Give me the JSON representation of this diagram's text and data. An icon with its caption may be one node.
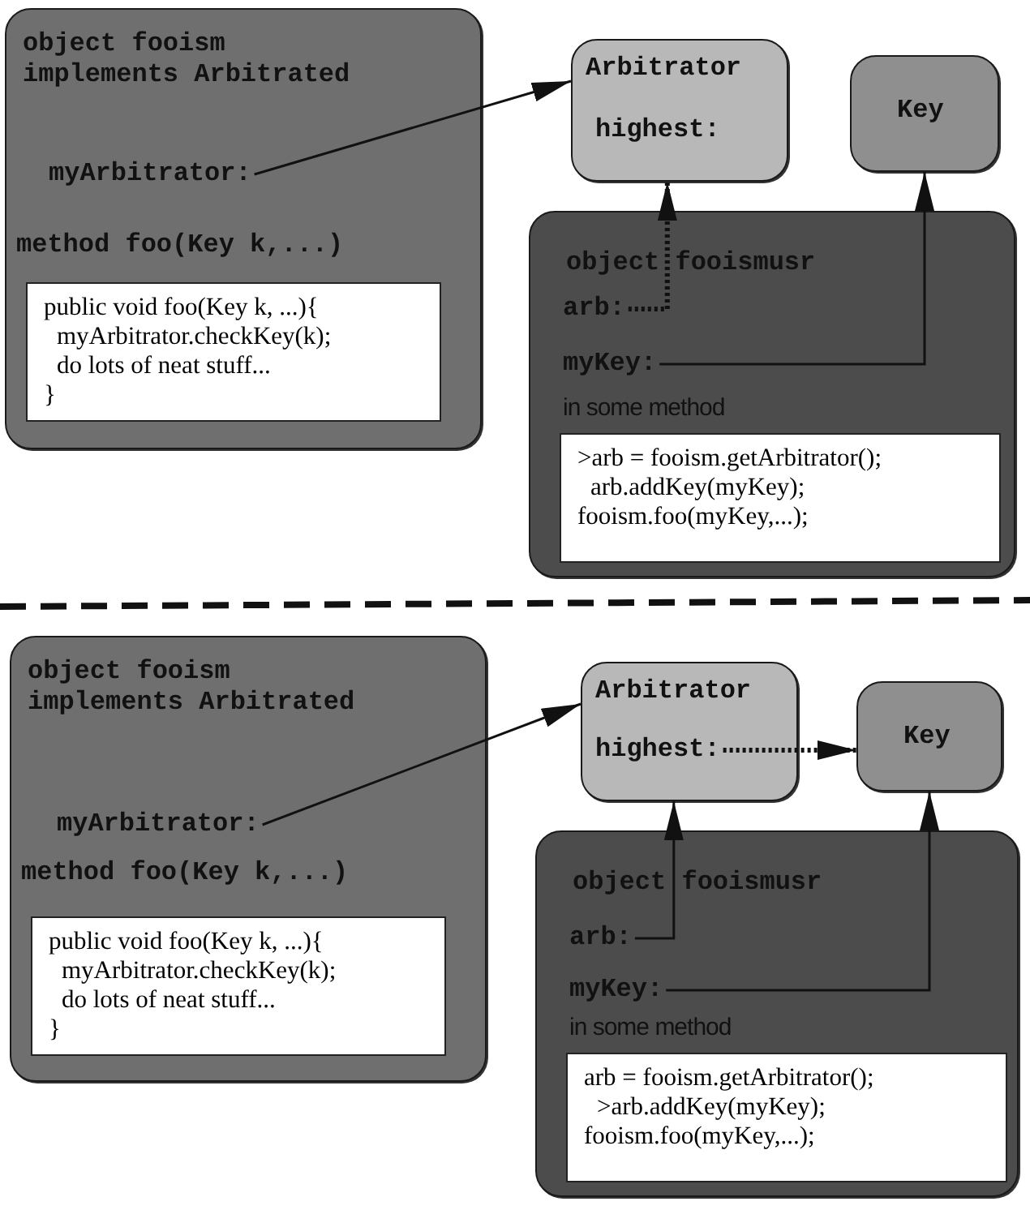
{
  "diagram": {
    "nodes": [
      {
        "text": [
          "object fooism implements Arbitrated",
          "method foo(Key k,...)"
        ]
      },
      {
        "text": [
          "myArbitrator:"
        ],
        "in": 0
      },
      {
        "text": [
          "public void foo(Key k, ...){",
          "myArbitrator.checkKey(k);",
          "do lots of neat stuff...",
          "}"
        ],
        "in": 0
      },
      {
        "text": [
          "Arbitrator",
          "highest:"
        ]
      },
      {
        "text": [
          "Key"
        ]
      },
      {
        "text": [
          "object fooismusr",
          "in some method"
        ]
      },
      {
        "text": [
          "arb:"
        ],
        "in": 5
      },
      {
        "text": [
          "myKey:"
        ],
        "in": 5
      },
      {
        "text": [
          ">arb = fooism.getArbitrator();",
          "arb.addKey(myKey);",
          "fooism.foo(myKey,...);"
        ],
        "in": 5
      },
      {
        "text": [
          "object fooism implements Arbitrated",
          "method foo(Key k,...)"
        ]
      },
      {
        "text": [
          "myArbitrator:"
        ],
        "in": 9
      },
      {
        "text": [
          "public void foo(Key k, ...){",
          "myArbitrator.checkKey(k);",
          "do lots of neat stuff...",
          "}"
        ],
        "in": 9
      },
      {
        "text": [
          "Arbitrator"
        ]
      },
      {
        "text": [
          "highest:"
        ],
        "in": 12
      },
      {
        "text": [
          "Key"
        ]
      },
      {
        "text": [
          "object fooismusr",
          "in some method"
        ]
      },
      {
        "text": [
          "arb:"
        ],
        "in": 15
      },
      {
        "text": [
          "myKey:"
        ],
        "in": 15
      },
      {
        "text": [
          "arb = fooism.getArbitrator();",
          ">arb.addKey(myKey);",
          "fooism.foo(myKey,...);"
        ],
        "in": 15
      }
    ],
    "edges": [
      {
        "from": 1,
        "to": 3,
        "arrow": "to"
      },
      {
        "from": 6,
        "to": 3,
        "arrow": "to",
        "style": "dashed"
      },
      {
        "from": 7,
        "to": 4,
        "arrow": "to"
      },
      {
        "from": 10,
        "to": 12,
        "arrow": "to"
      },
      {
        "from": 16,
        "to": 12,
        "arrow": "to"
      },
      {
        "from": 17,
        "to": 14,
        "arrow": "to"
      },
      {
        "from": 13,
        "to": 14,
        "arrow": "to",
        "style": "dashed"
      }
    ]
  }
}
